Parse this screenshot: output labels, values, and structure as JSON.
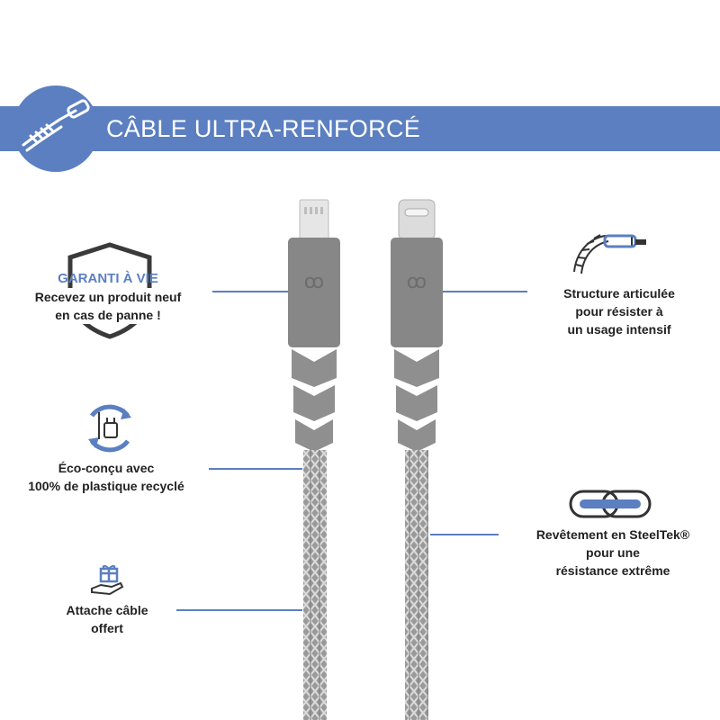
{
  "header": {
    "title": "CÂBLE  ULTRA-RENFORCÉ",
    "badge_icon": "cable-coil-icon",
    "accent_color": "#5b7fc0"
  },
  "features_left": [
    {
      "icon": "shield-icon",
      "accent": "GARANTI À VIE",
      "lines": [
        "Recevez un produit neuf",
        "en cas de panne !"
      ]
    },
    {
      "icon": "recycle-charger-icon",
      "lines": [
        "Éco-conçu avec",
        "100% de plastique recyclé"
      ]
    },
    {
      "icon": "gift-hand-icon",
      "lines": [
        "Attache câble",
        "offert"
      ]
    }
  ],
  "features_right": [
    {
      "icon": "articulated-cable-icon",
      "lines": [
        "Structure articulée",
        "pour résister à",
        "un usage intensif"
      ]
    },
    {
      "icon": "chain-link-icon",
      "lines": [
        "Revêtement en SteelTek®",
        "pour une",
        "résistance extrême"
      ]
    }
  ],
  "products": {
    "left_connector": "lightning-connector",
    "right_connector": "usb-c-connector",
    "cable_color": "#8c8c8c",
    "housing_color": "#878787"
  }
}
